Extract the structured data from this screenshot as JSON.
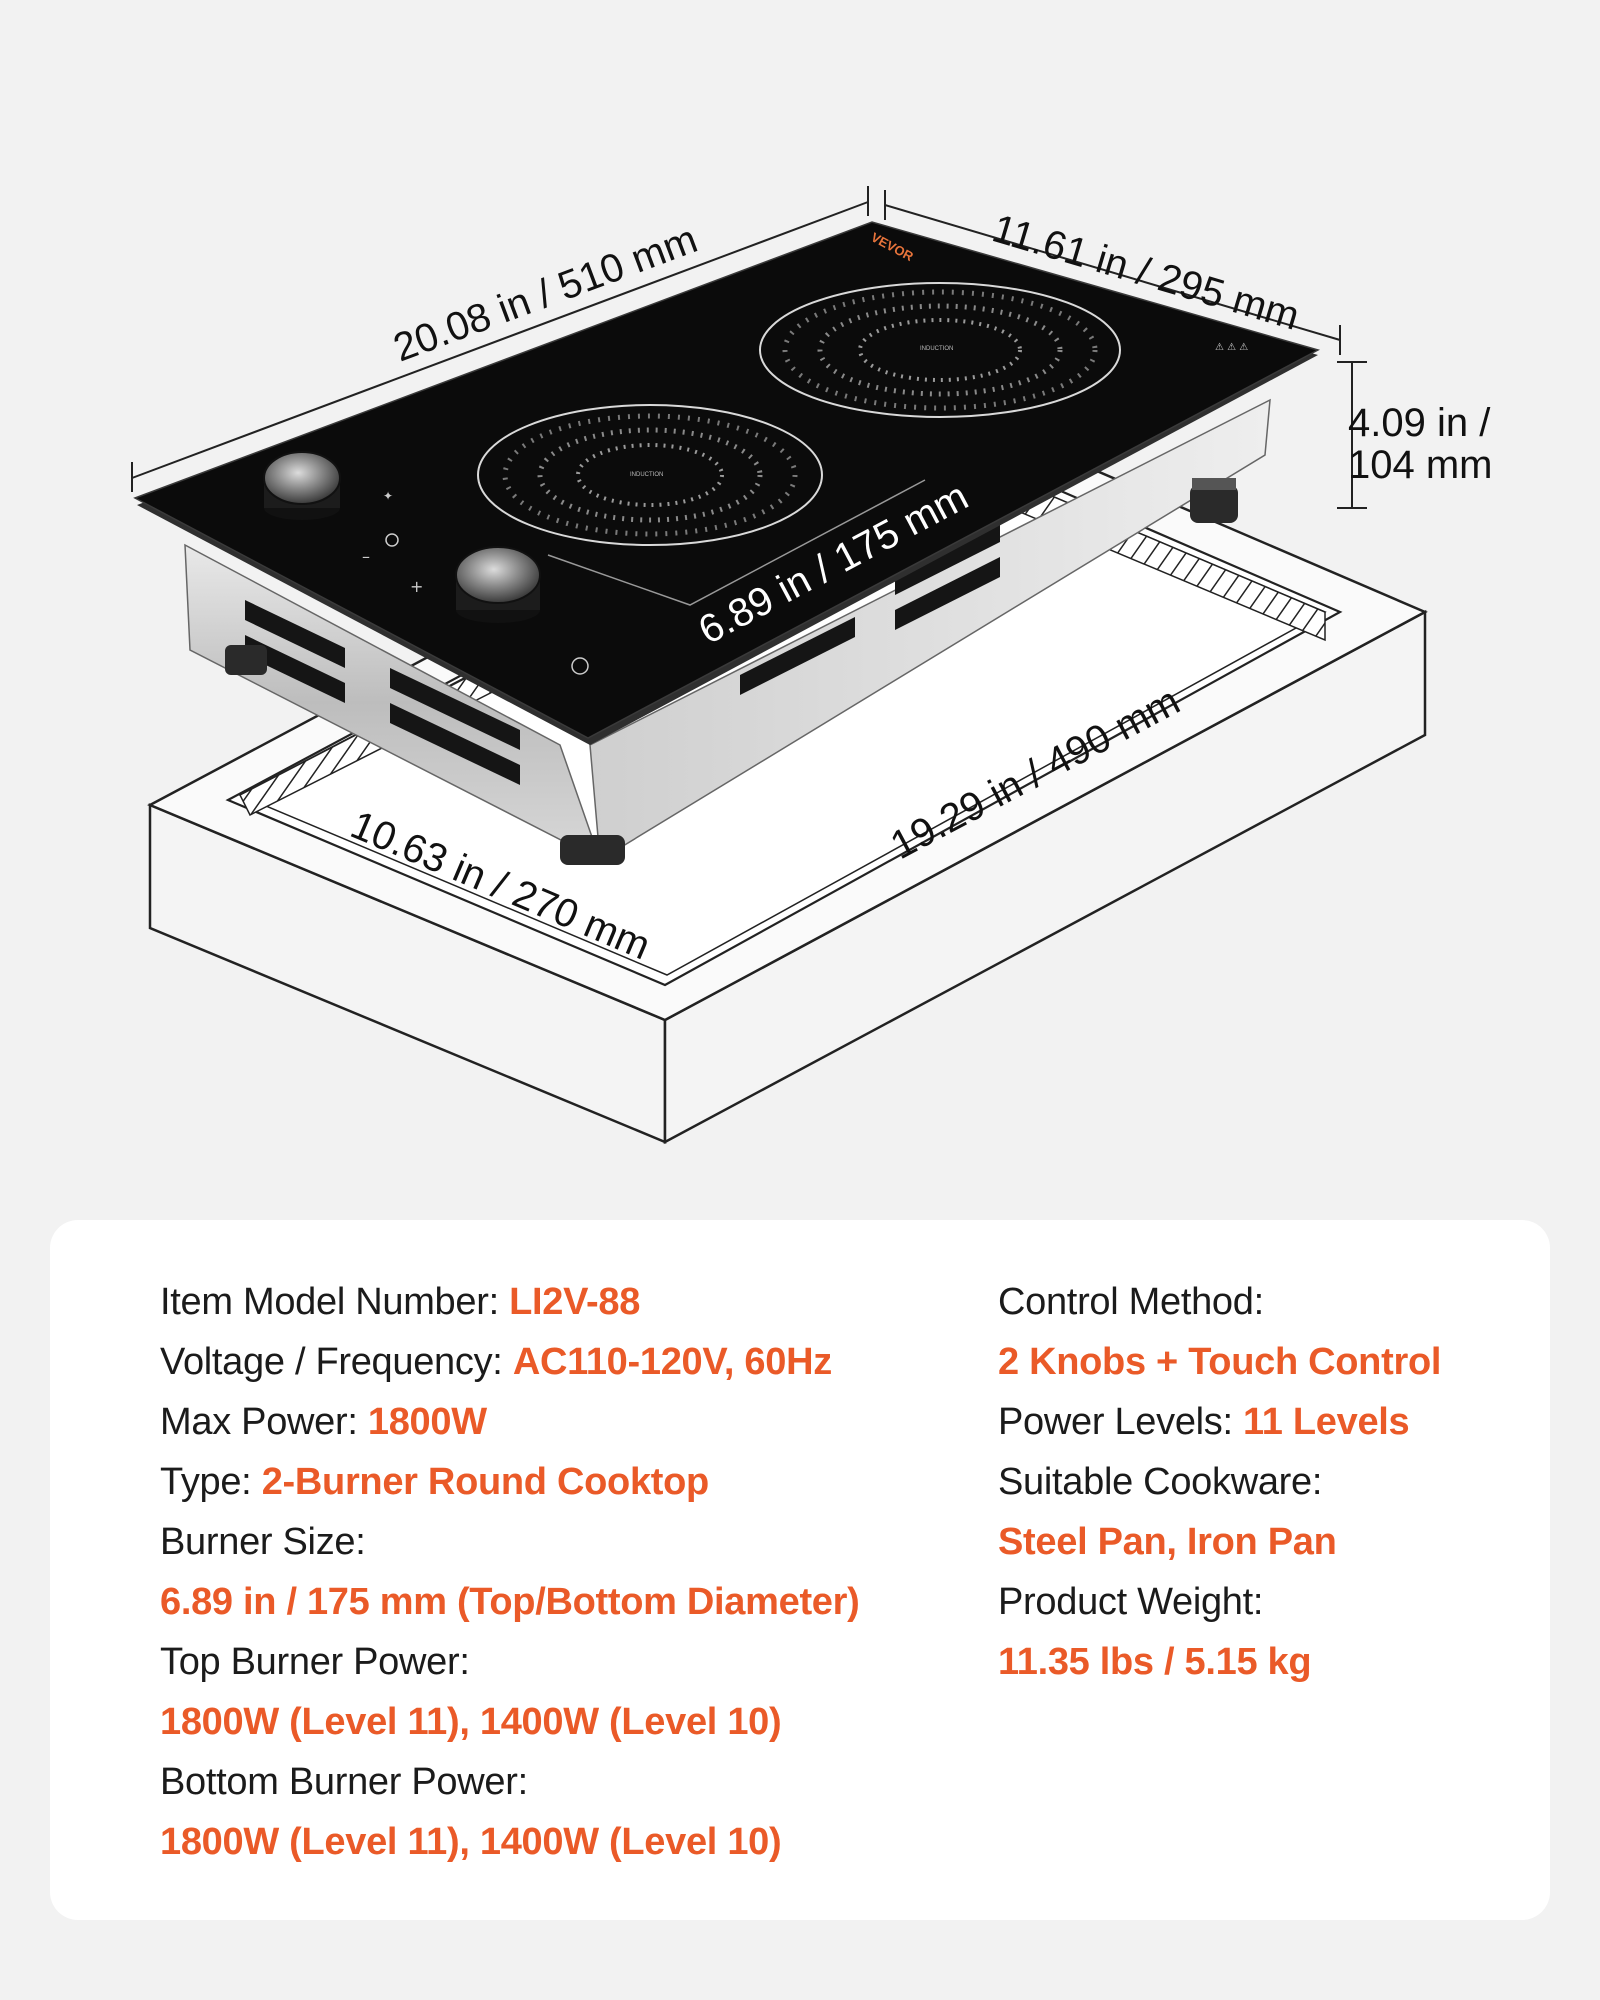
{
  "illustration": {
    "brand_logo": "VEVOR",
    "zone_label": "INDUCTION",
    "dimensions": {
      "length": "20.08 in / 510 mm",
      "width": "11.61 in / 295 mm",
      "height_line1": "4.09 in /",
      "height_line2": "104 mm",
      "burner_diameter": "6.89 in / 175 mm",
      "cutout_width": "10.63 in / 270 mm",
      "cutout_length": "19.29  in / 490 mm"
    },
    "icons": [
      "knob-icon",
      "power-icon",
      "timer-icon",
      "lock-icon",
      "warning-icon"
    ]
  },
  "specs": {
    "left": [
      {
        "label": "Item Model Number: ",
        "value": "LI2V-88"
      },
      {
        "label": "Voltage / Frequency: ",
        "value": "AC110-120V, 60Hz"
      },
      {
        "label": "Max Power: ",
        "value": "1800W"
      },
      {
        "label": "Type: ",
        "value": "2-Burner Round Cooktop"
      },
      {
        "label": "Burner Size:",
        "value": ""
      },
      {
        "label": "",
        "value": "6.89 in / 175 mm (Top/Bottom Diameter)"
      },
      {
        "label": "Top Burner Power:",
        "value": ""
      },
      {
        "label": "",
        "value": "1800W (Level 11), 1400W (Level 10)"
      },
      {
        "label": "Bottom Burner Power:",
        "value": ""
      },
      {
        "label": "",
        "value": "1800W (Level 11), 1400W (Level 10)"
      }
    ],
    "right": [
      {
        "label": "Control Method:",
        "value": ""
      },
      {
        "label": "",
        "value": "2 Knobs + Touch Control"
      },
      {
        "label": "Power Levels: ",
        "value": "11 Levels"
      },
      {
        "label": "Suitable Cookware:",
        "value": ""
      },
      {
        "label": "",
        "value": "Steel Pan, Iron Pan"
      },
      {
        "label": "Product Weight:",
        "value": ""
      },
      {
        "label": "",
        "value": "11.35 lbs / 5.15 kg"
      }
    ]
  },
  "colors": {
    "background": "#f2f2f2",
    "card": "#ffffff",
    "accent": "#ea5a28",
    "text": "#1b1b1b",
    "glass": "#0b0b0b"
  }
}
